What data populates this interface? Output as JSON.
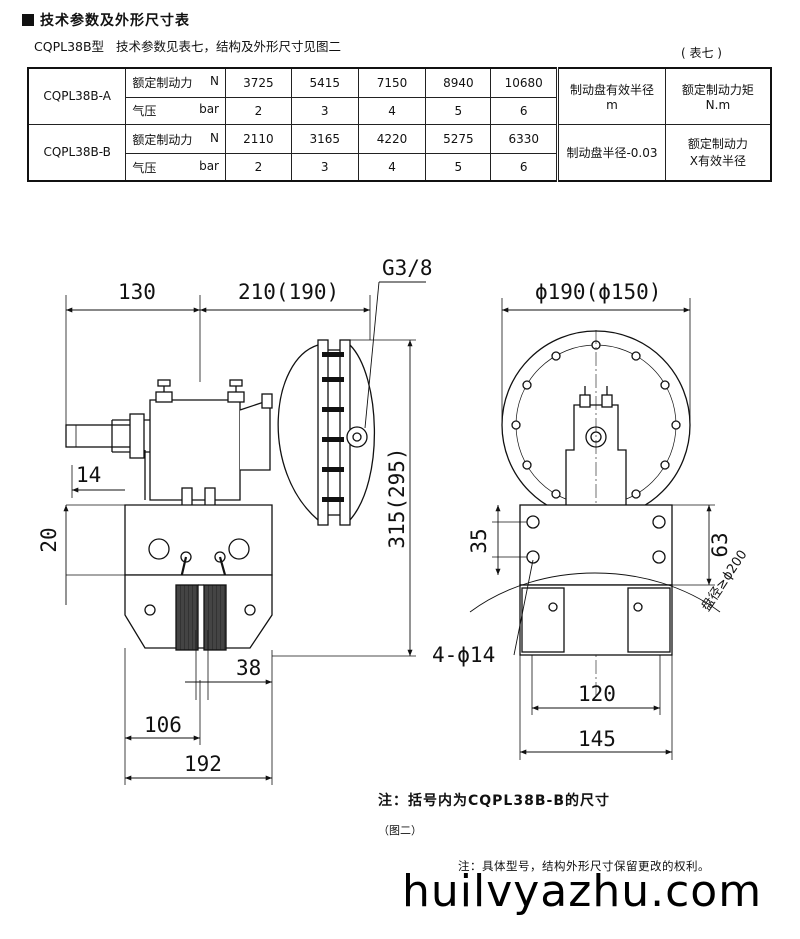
{
  "header": {
    "title": "技术参数及外形尺寸表"
  },
  "subtitle": {
    "model": "CQPL38B型",
    "text": "技术参数见表七，结构及外形尺寸见图二"
  },
  "table_caption": "( 表七 )",
  "table": {
    "rows": [
      {
        "model": "CQPL38B-A",
        "force_label": "额定制动力",
        "force_unit": "N",
        "force": [
          "3725",
          "5415",
          "7150",
          "8940",
          "10680"
        ],
        "pressure_label": "气压",
        "pressure_unit": "bar",
        "pressure": [
          "2",
          "3",
          "4",
          "5",
          "6"
        ]
      },
      {
        "model": "CQPL38B-B",
        "force_label": "额定制动力",
        "force_unit": "N",
        "force": [
          "2110",
          "3165",
          "4220",
          "5275",
          "6330"
        ],
        "pressure_label": "气压",
        "pressure_unit": "bar",
        "pressure": [
          "2",
          "3",
          "4",
          "5",
          "6"
        ]
      }
    ],
    "right": {
      "radius_title": "制动盘有效半径",
      "radius_unit": "m",
      "radius_formula": "制动盘半径-0.03",
      "torque_title": "额定制动力矩",
      "torque_unit": "N.m",
      "torque_formula_1": "额定制动力",
      "torque_formula_2": "X有效半径"
    }
  },
  "drawing": {
    "left": {
      "d130": "130",
      "d210": "210(190)",
      "g38": "G3/8",
      "d14": "14",
      "d20": "20",
      "d315": "315(295)",
      "d38": "38",
      "d106": "106",
      "d192": "192"
    },
    "right": {
      "d190": "ϕ190(ϕ150)",
      "d35": "35",
      "d63": "63",
      "d4phi14": "4-ϕ14",
      "d120": "120",
      "d145": "145",
      "dia200": "盘径≥ϕ200"
    }
  },
  "notes": {
    "bracket_note": "注：括号内为CQPL38B-B的尺寸",
    "figure_caption": "（图二）",
    "footer_note": "注：具体型号，结构外形尺寸保留更改的权利。"
  },
  "watermark": "huilvyazhu.com"
}
